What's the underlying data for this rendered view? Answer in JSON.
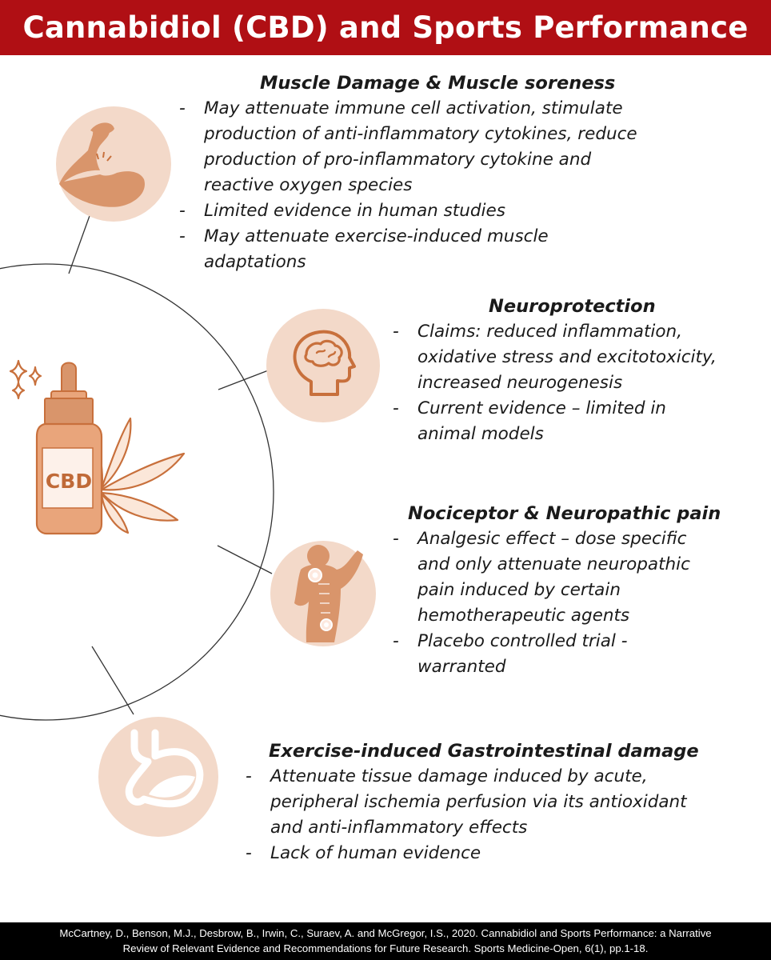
{
  "header": {
    "title": "Cannabidiol (CBD) and Sports Performance"
  },
  "colors": {
    "header_bg": "#b00f14",
    "circle_fill": "#f3d9c9",
    "icon_fill": "#d9956b",
    "icon_stroke": "#c8703c",
    "footer_bg": "#000000"
  },
  "center": {
    "bottle_label": "CBD",
    "icons": [
      "sparkle-icon",
      "cbd-bottle-icon",
      "cannabis-leaf-icon"
    ]
  },
  "sections": [
    {
      "icon": "flexed-bicep-icon",
      "heading": "Muscle Damage & Muscle soreness",
      "bullets": [
        "May attenuate immune cell activation, stimulate",
        "production of anti-inflammatory cytokines, reduce",
        "production of pro-inflammatory cytokine and",
        "reactive oxygen species",
        "Limited evidence in human studies",
        "May attenuate exercise-induced muscle",
        "adaptations"
      ]
    },
    {
      "icon": "brain-head-icon",
      "heading": "Neuroprotection",
      "bullets": [
        "Claims: reduced inflammation,",
        "oxidative stress and excitotoxicity,",
        "increased neurogenesis",
        "Current evidence – limited in",
        "animal models"
      ]
    },
    {
      "icon": "back-neck-pain-icon",
      "heading": "Nociceptor & Neuropathic pain",
      "bullets": [
        "Analgesic effect – dose specific",
        "and only attenuate neuropathic",
        "pain induced by certain",
        "hemotherapeutic agents",
        "Placebo controlled trial -",
        "warranted"
      ]
    },
    {
      "icon": "stomach-icon",
      "heading": "Exercise-induced  Gastrointestinal damage",
      "bullets": [
        "Attenuate tissue damage induced by acute,",
        "peripheral ischemia perfusion via its antioxidant",
        "and anti-inflammatory effects",
        "Lack of human evidence"
      ]
    }
  ],
  "footer": {
    "citation_line1": "McCartney, D., Benson, M.J., Desbrow, B., Irwin, C., Suraev, A. and McGregor, I.S., 2020. Cannabidiol and Sports Performance: a Narrative",
    "citation_line2": "Review of Relevant Evidence and Recommendations for Future Research. Sports Medicine-Open, 6(1), pp.1-18."
  }
}
